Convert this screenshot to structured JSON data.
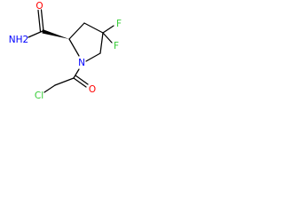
{
  "labels": {
    "amide_nh2": "NH2",
    "amide_o": "O",
    "fluorine_1": "F",
    "fluorine_2": "F",
    "ring_n": "N",
    "acyl_o": "O",
    "chlorine": "Cl"
  },
  "colors": {
    "bond": "#000000",
    "oxygen": "#ff0000",
    "nitrogen": "#0000ff",
    "fluorine": "#33cc33",
    "chlorine": "#33cc33"
  }
}
